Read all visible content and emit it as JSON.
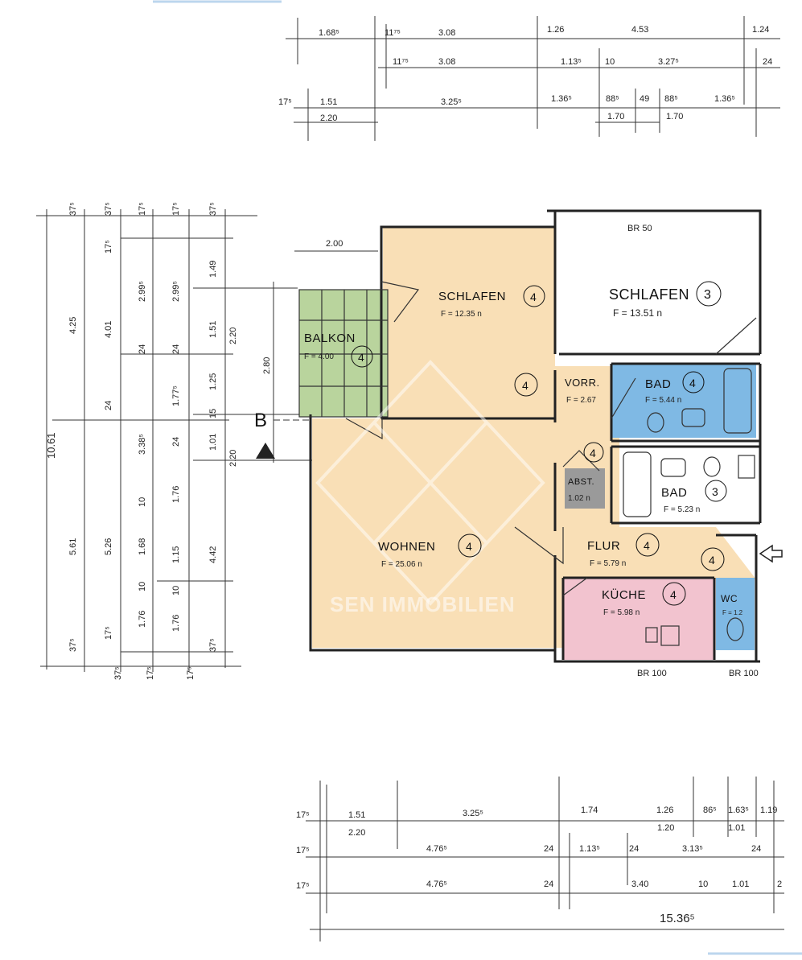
{
  "colors": {
    "living": "#f9dfb6",
    "bath": "#7fb9e4",
    "kitchen": "#f2c3cf",
    "balcony": "#b9d49d",
    "storage": "#9a9a9a",
    "wall": "#222222"
  },
  "rooms": [
    {
      "name": "SCHLAFEN",
      "num": "4",
      "area": "F = 12.35 n"
    },
    {
      "name": "SCHLAFEN",
      "num": "3",
      "area": "F = 13.51 n"
    },
    {
      "name": "BALKON",
      "num": "4",
      "area": "F = 4.00"
    },
    {
      "name": "VORR.",
      "num": "4",
      "area": "F = 2.67"
    },
    {
      "name": "BAD",
      "num": "4",
      "area": "F = 5.44 n"
    },
    {
      "name": "BAD",
      "num": "3",
      "area": "F = 5.23 n"
    },
    {
      "name": "ABST.",
      "num": "4",
      "area": "1.02 n"
    },
    {
      "name": "WOHNEN",
      "num": "4",
      "area": "F = 25.06 n"
    },
    {
      "name": "FLUR",
      "num": "4",
      "area": "F = 5.79 n"
    },
    {
      "name": "KÜCHE",
      "num": "4",
      "area": "F = 5.98 n"
    },
    {
      "name": "WC",
      "num": "4",
      "area": "F = 1.2"
    }
  ],
  "windows": {
    "top": "BR 50",
    "bottom_left": "BR 100",
    "bottom_right": "BR 100"
  },
  "section_marker": "B",
  "watermark": "SEN IMMOBILIEN",
  "dims_top": {
    "row1": [
      "1.68⁵",
      "11⁷⁵",
      "3.08",
      "1.26",
      "4.53",
      "1.24"
    ],
    "row2": [
      "11⁷⁵",
      "3.08",
      "1.13⁵",
      "10",
      "3.27⁵",
      "24"
    ],
    "row3": [
      "17⁵",
      "1.51",
      "3.25⁵",
      "1.36⁵",
      "88⁵",
      "49",
      "88⁵",
      "1.36⁵"
    ],
    "row4": [
      "2.20",
      "1.70",
      "1.70"
    ]
  },
  "dims_left": {
    "total": "10.61",
    "col1": [
      "37⁵",
      "4.25",
      "5.61",
      "37⁵"
    ],
    "col2": [
      "37⁵",
      "17⁵",
      "4.01",
      "24",
      "5.26",
      "17⁵",
      "37⁵"
    ],
    "col3": [
      "17⁵",
      "2.99⁵",
      "24",
      "3.38⁵",
      "10",
      "1.68",
      "10",
      "1.76",
      "17⁵"
    ],
    "col4": [
      "17⁵",
      "2.99⁵",
      "24",
      "1.77⁵",
      "24",
      "1.76",
      "1.15",
      "10",
      "1.76",
      "17⁵"
    ],
    "col5": [
      "37⁵",
      "1.49",
      "1.51",
      "1.25",
      "15",
      "1.01",
      "4.42",
      "37⁵"
    ],
    "col6": [
      "2.20",
      "2.80",
      "2.20"
    ]
  },
  "dims_bottom": {
    "row1": [
      "17⁵",
      "1.51",
      "3.25⁵",
      "1.74",
      "1.26",
      "86⁵",
      "1.63⁵",
      "1.19"
    ],
    "row2": [
      "2.20",
      "1.20",
      "1.01"
    ],
    "row3": [
      "17⁵",
      "4.76⁵",
      "24",
      "1.13⁵",
      "24",
      "3.13⁵",
      "24"
    ],
    "row4": [
      "17⁵",
      "4.76⁵",
      "24",
      "3.40",
      "10",
      "1.01",
      "2"
    ],
    "total": "15.36⁵"
  },
  "balcony_dim": "2.00"
}
